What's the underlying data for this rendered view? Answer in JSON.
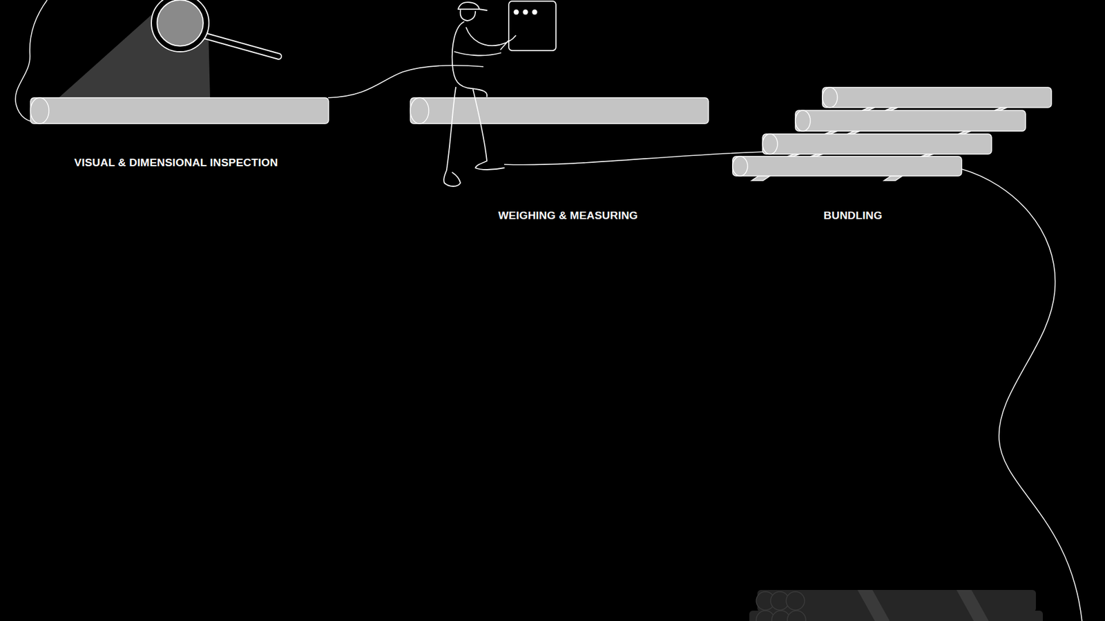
{
  "diagram": {
    "labels": [
      "VISUAL & DIMENSIONAL INSPECTION",
      "WEIGHING & MEASURING",
      "BUNDLING"
    ]
  }
}
